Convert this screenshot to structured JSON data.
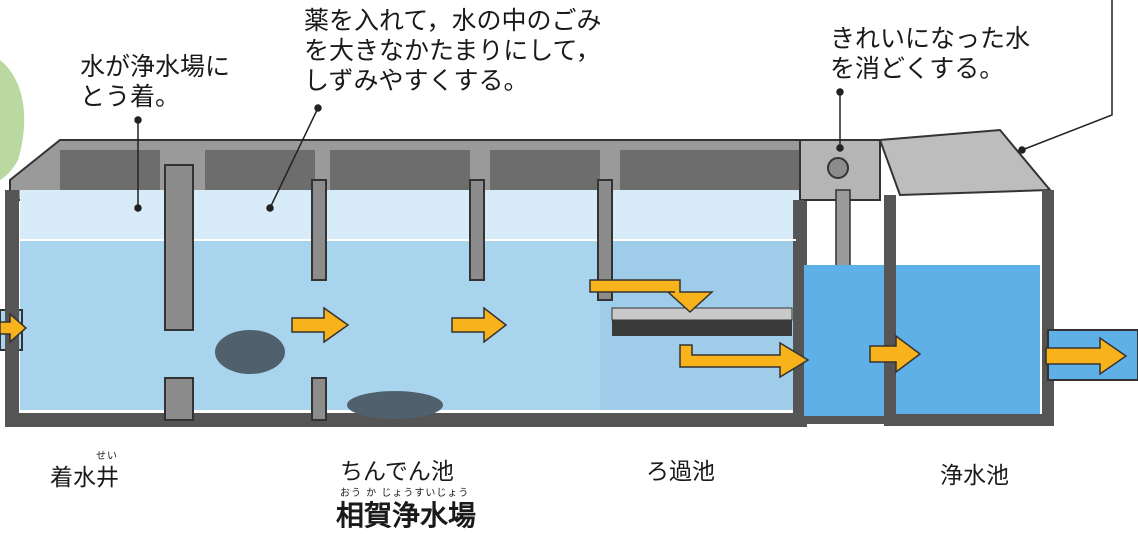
{
  "annotations": {
    "arrival": [
      "水が浄水場に",
      "とう着。"
    ],
    "chemical": [
      "薬を入れて，水の中のごみ",
      "を大きなかたまりにして，",
      "しずみやすくする。"
    ],
    "disinfect": [
      "きれいになった水",
      "を消どくする。"
    ]
  },
  "captions": {
    "receiving_well": "着水井",
    "receiving_well_ruby": "せい",
    "settling_basin": "ちんでん池",
    "filter_basin": "ろ過池",
    "clean_water_basin": "浄水池"
  },
  "title": {
    "text": "相賀浄水場",
    "ruby": "おう か じょうすいじょう"
  },
  "colors": {
    "water": "#a9d4ee",
    "water_deep": "#5fb0e6",
    "wall": "#7b7b7b",
    "wall_dark": "#555555",
    "arrow": "#f7b21c",
    "sludge": "#50606c",
    "filter": "#3a3a3a",
    "leaf": "#b9d9a0"
  }
}
